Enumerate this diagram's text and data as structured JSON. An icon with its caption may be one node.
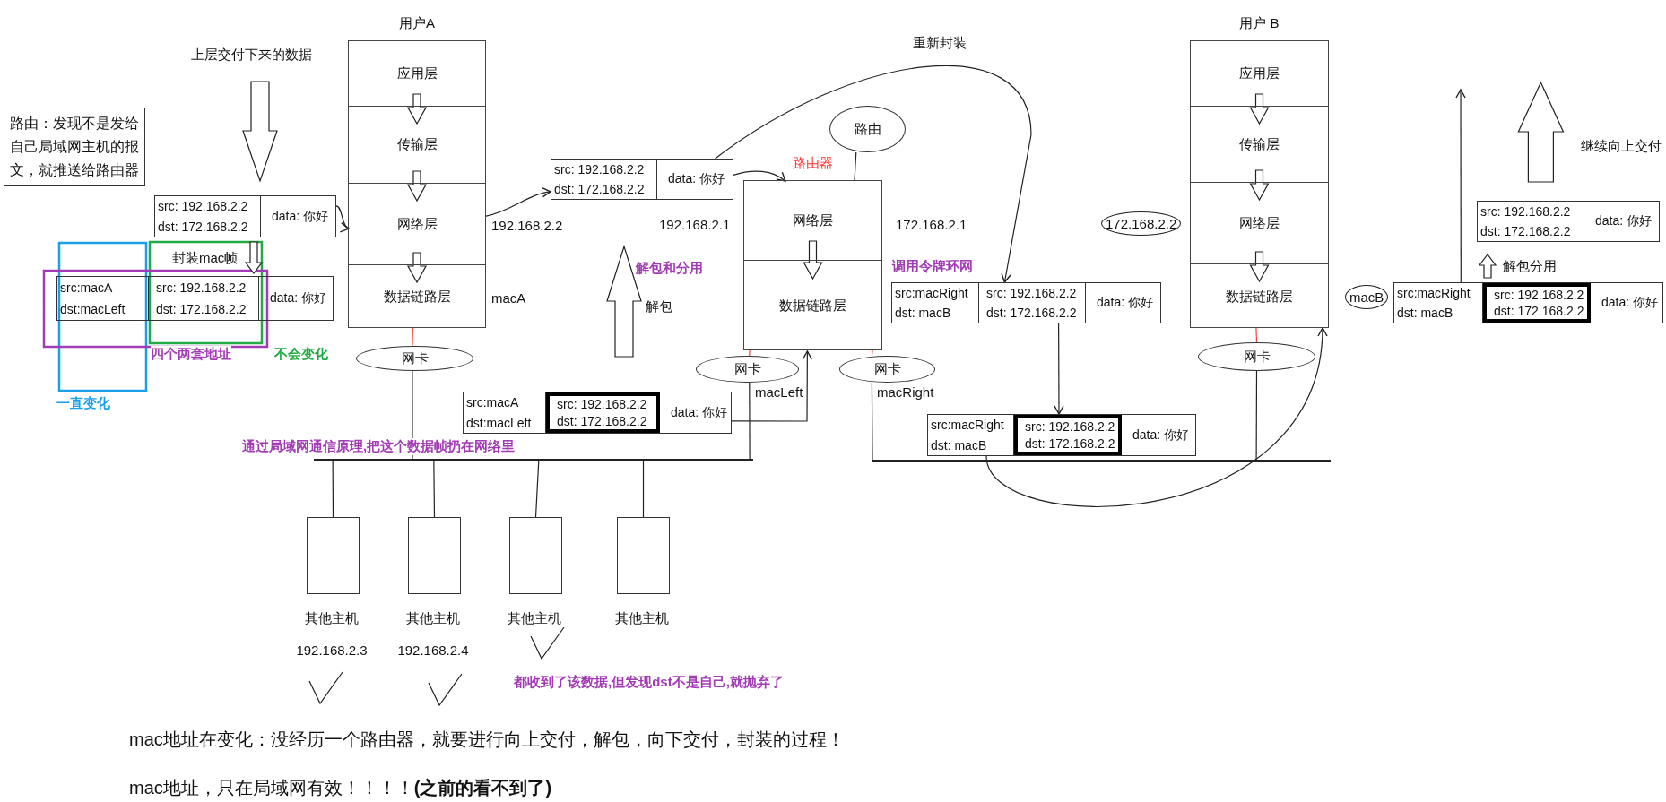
{
  "diagram": {
    "nodes": [
      {
        "text": [
          "用户A"
        ]
      },
      {
        "text": [
          "应用层"
        ],
        "in": 0
      },
      {
        "text": [
          "传输层"
        ],
        "in": 0
      },
      {
        "text": [
          "网络层"
        ],
        "in": 0
      },
      {
        "text": [
          "数据链路层"
        ],
        "in": 0
      },
      {
        "text": [
          "网卡"
        ]
      },
      {
        "text": [
          "路由：发现不是发给自己局域网主机的报文，就推送给路由器"
        ]
      },
      {
        "text": [
          "src: 192.168.2.2",
          "dst: 172.168.2.2",
          "data: 你好"
        ]
      },
      {
        "text": [
          "src:macA",
          "dst:macLeft",
          "src: 192.168.2.2",
          "dst: 172.168.2.2",
          "data: 你好"
        ]
      },
      {
        "text": [
          "src: 192.168.2.2",
          "dst: 172.168.2.2",
          "data: 你好"
        ]
      },
      {
        "text": [
          "src:macA",
          "dst:macLeft",
          "src: 192.168.2.2",
          "dst: 172.168.2.2",
          "data: 你好"
        ]
      },
      {
        "text": [
          "路由器"
        ]
      },
      {
        "text": [
          "网络层"
        ],
        "in": 11
      },
      {
        "text": [
          "数据链路层"
        ],
        "in": 11
      },
      {
        "text": [
          "路由"
        ]
      },
      {
        "text": [
          "网卡"
        ]
      },
      {
        "text": [
          "网卡"
        ]
      },
      {
        "text": [
          "src:macRight",
          "dst: macB",
          "src: 192.168.2.2",
          "dst: 172.168.2.2",
          "data: 你好"
        ]
      },
      {
        "text": [
          "src:macRight",
          "dst: macB",
          "src: 192.168.2.2",
          "dst: 172.168.2.2",
          "data: 你好"
        ]
      },
      {
        "text": [
          "用户 B"
        ]
      },
      {
        "text": [
          "应用层"
        ],
        "in": 19
      },
      {
        "text": [
          "传输层"
        ],
        "in": 19
      },
      {
        "text": [
          "网络层"
        ],
        "in": 19
      },
      {
        "text": [
          "数据链路层"
        ],
        "in": 19
      },
      {
        "text": [
          "网卡"
        ]
      },
      {
        "text": [
          "src: 192.168.2.2",
          "dst: 172.168.2.2",
          "data: 你好"
        ]
      },
      {
        "text": [
          "src:macRight",
          "dst: macB",
          "src: 192.168.2.2",
          "dst: 172.168.2.2",
          "data: 你好"
        ]
      },
      {
        "text": [
          "其他主机"
        ],
        "beside": [
          "192.168.2.3"
        ]
      },
      {
        "text": [
          "其他主机"
        ],
        "beside": [
          "192.168.2.4"
        ]
      },
      {
        "text": [
          "其他主机"
        ]
      },
      {
        "text": [
          "其他主机"
        ]
      },
      {
        "text": [],
        "shape": "bar"
      },
      {
        "text": [],
        "shape": "bar"
      }
    ],
    "edges": [
      {
        "from": 7,
        "to": 3,
        "arrow": "to"
      },
      {
        "from": 3,
        "to": 9,
        "arrow": "to"
      },
      {
        "from": 9,
        "to": 12,
        "arrow": "to"
      },
      {
        "from": 9,
        "to": 17,
        "arrow": "to",
        "label": "重新封装"
      },
      {
        "from": 10,
        "to": 13,
        "arrow": "to"
      },
      {
        "from": 17,
        "to": 18,
        "arrow": "to"
      },
      {
        "from": 18,
        "to": 19,
        "arrow": "to"
      },
      {
        "from": 26,
        "to": null,
        "arrow": "to"
      },
      {
        "from": 14,
        "to": 11,
        "arrow": "none"
      },
      {
        "from": 0,
        "to": 5,
        "arrow": "none",
        "color": "#ff4040"
      },
      {
        "from": 5,
        "to": 31,
        "arrow": "none"
      },
      {
        "from": 11,
        "to": 15,
        "arrow": "none",
        "color": "#ff4040"
      },
      {
        "from": 11,
        "to": 16,
        "arrow": "none",
        "color": "#ff4040"
      },
      {
        "from": 15,
        "to": 31,
        "arrow": "none"
      },
      {
        "from": 27,
        "to": 31,
        "arrow": "none"
      },
      {
        "from": 28,
        "to": 31,
        "arrow": "none"
      },
      {
        "from": 29,
        "to": 31,
        "arrow": "none"
      },
      {
        "from": 30,
        "to": 31,
        "arrow": "none"
      },
      {
        "from": 16,
        "to": 32,
        "arrow": "none"
      },
      {
        "from": 19,
        "to": 24,
        "arrow": "none",
        "color": "#ff4040"
      },
      {
        "from": 24,
        "to": 32,
        "arrow": "none"
      },
      {
        "from": 1,
        "to": 2,
        "arrow": "to",
        "style": "thick"
      },
      {
        "from": 2,
        "to": 3,
        "arrow": "to",
        "style": "thick"
      },
      {
        "from": 3,
        "to": 4,
        "arrow": "to",
        "style": "thick"
      },
      {
        "from": 12,
        "to": 13,
        "arrow": "to",
        "style": "thick"
      },
      {
        "from": 20,
        "to": 21,
        "arrow": "to",
        "style": "thick"
      },
      {
        "from": 21,
        "to": 22,
        "arrow": "to",
        "style": "thick"
      },
      {
        "from": 22,
        "to": 23,
        "arrow": "to",
        "style": "thick"
      },
      {
        "from": 10,
        "to": 9,
        "arrow": "to",
        "style": "thick"
      },
      {
        "from": 7,
        "to": 8,
        "arrow": "to",
        "style": "thick"
      },
      {
        "from": 26,
        "to": 25,
        "arrow": "to",
        "style": "thick"
      },
      {
        "from": null,
        "to": 7,
        "arrow": "to",
        "style": "thick"
      },
      {
        "from": 25,
        "to": null,
        "arrow": "to",
        "style": "thick"
      }
    ],
    "labels": [
      "上层交付下来的数据",
      "封装mac帧",
      "四个两套地址",
      "不会变化",
      "一直变化",
      "通过局域网通信原理,把这个数据帧扔在网络里",
      "192.168.2.2",
      "macA",
      "192.168.2.1",
      "解包和分用",
      "解包",
      "macLeft",
      "macRight",
      "172.168.2.1",
      "调用令牌环网",
      "172.168.2.2",
      "macB",
      "解包分用",
      "继续向上交付",
      "都收到了该数据,但发现dst不是自己,就抛弃了",
      "mac地址在变化：没经历一个路由器，就要进行向上交付，解包，向下交付，封装的过程！",
      "mac地址，只在局域网有效！！！！**(之前的看不到了)**"
    ]
  }
}
